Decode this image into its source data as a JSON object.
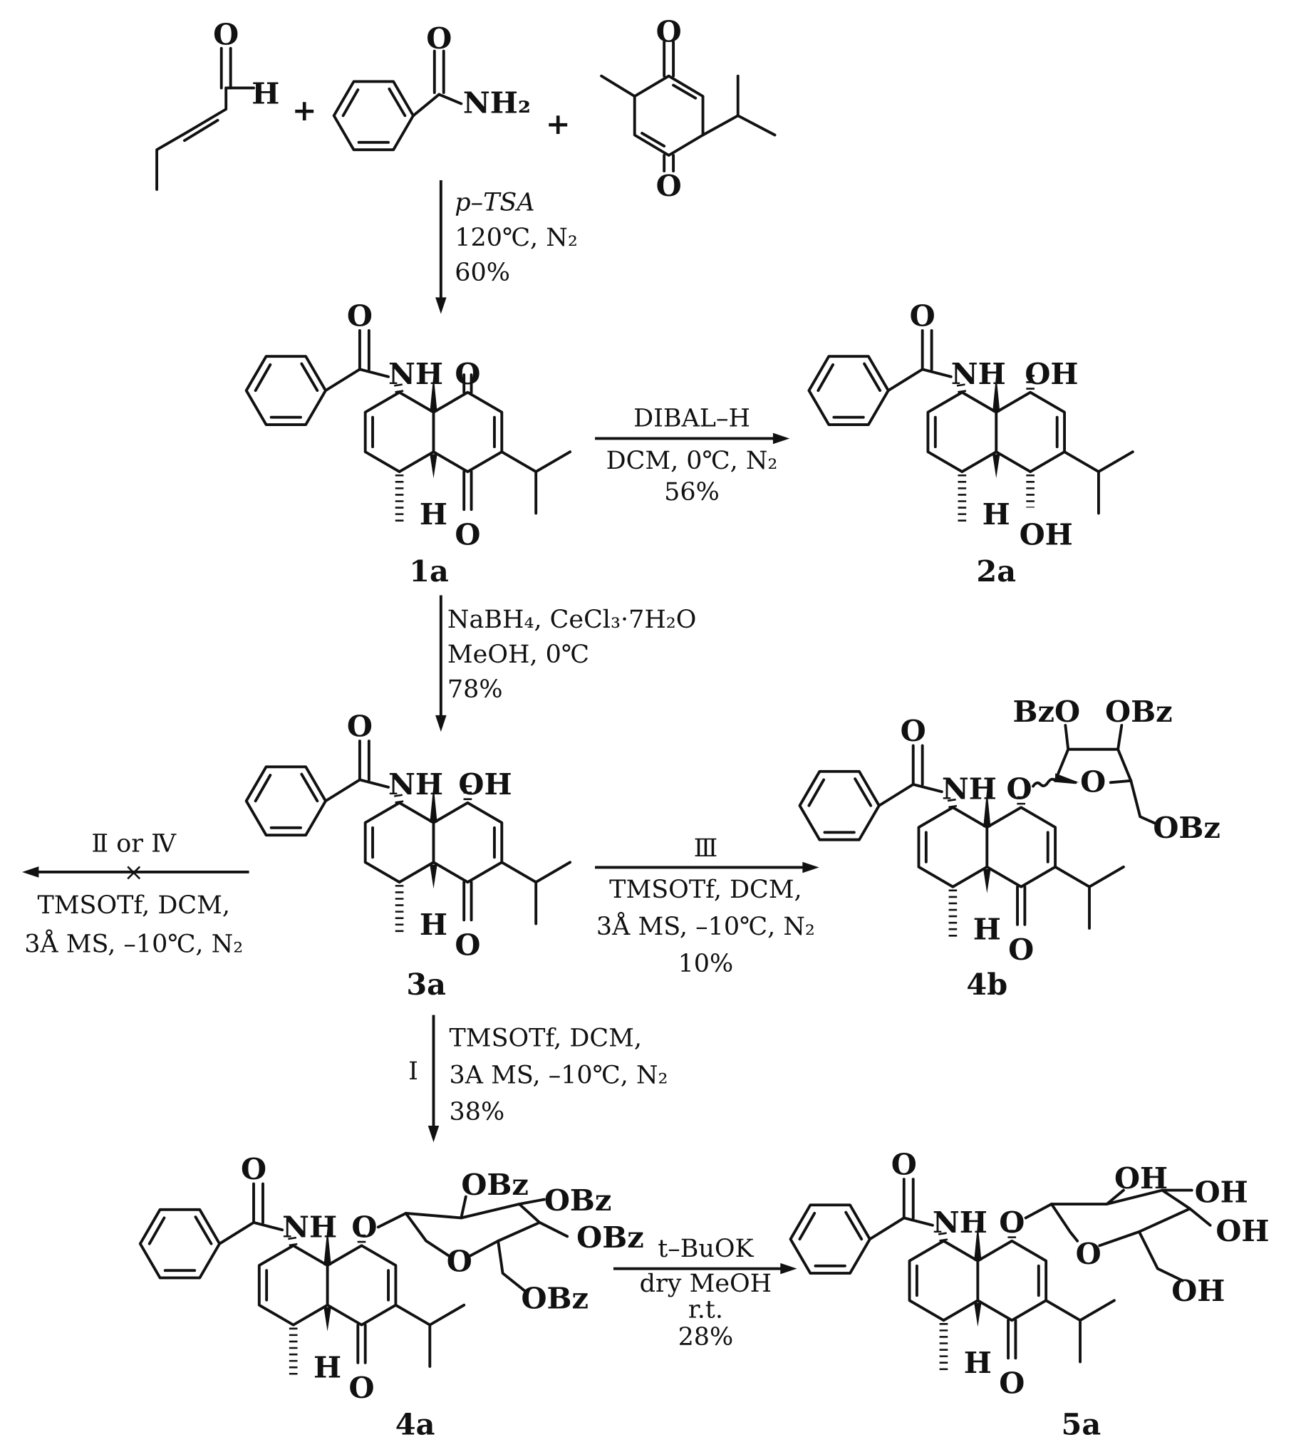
{
  "reactants": {
    "aldehyde": {
      "o": "O",
      "h": "H"
    },
    "benzamide": {
      "o": "O",
      "nh2": "NH₂"
    },
    "quinone": {
      "o_top": "O",
      "o_bottom": "O"
    },
    "plus": "+"
  },
  "atoms": {
    "o": "O",
    "nh": "NH",
    "h": "H",
    "oh": "OH",
    "obz": "OBz",
    "bzo": "BzO"
  },
  "compounds": {
    "c1a": "1a",
    "c2a": "2a",
    "c3a": "3a",
    "c4a": "4a",
    "c4b": "4b",
    "c5a": "5a"
  },
  "steps": {
    "s1": {
      "line1": "p–TSA",
      "line2": "120℃, N₂",
      "line3": "60%"
    },
    "s2": {
      "above": "DIBAL–H",
      "line1": "DCM, 0℃, N₂",
      "line2": "56%"
    },
    "s3": {
      "line1": "NaBH₄, CeCl₃·7H₂O",
      "line2": "MeOH, 0℃",
      "line3": "78%"
    },
    "s4": {
      "above": "Ⅱ or Ⅳ",
      "line1": "TMSOTf, DCM,",
      "line2": "3Å MS, –10℃, N₂",
      "mark": "×"
    },
    "s5": {
      "above": "Ⅲ",
      "line1": "TMSOTf, DCM,",
      "line2": "3Å MS, –10℃, N₂",
      "line3": "10%"
    },
    "s6": {
      "side": "Ⅰ",
      "line1": "TMSOTf, DCM,",
      "line2": "3A MS, –10℃, N₂",
      "line3": "38%"
    },
    "s7": {
      "above": "t–BuOK",
      "line1": "dry MeOH",
      "line2": "r.t.",
      "line3": "28%"
    }
  }
}
